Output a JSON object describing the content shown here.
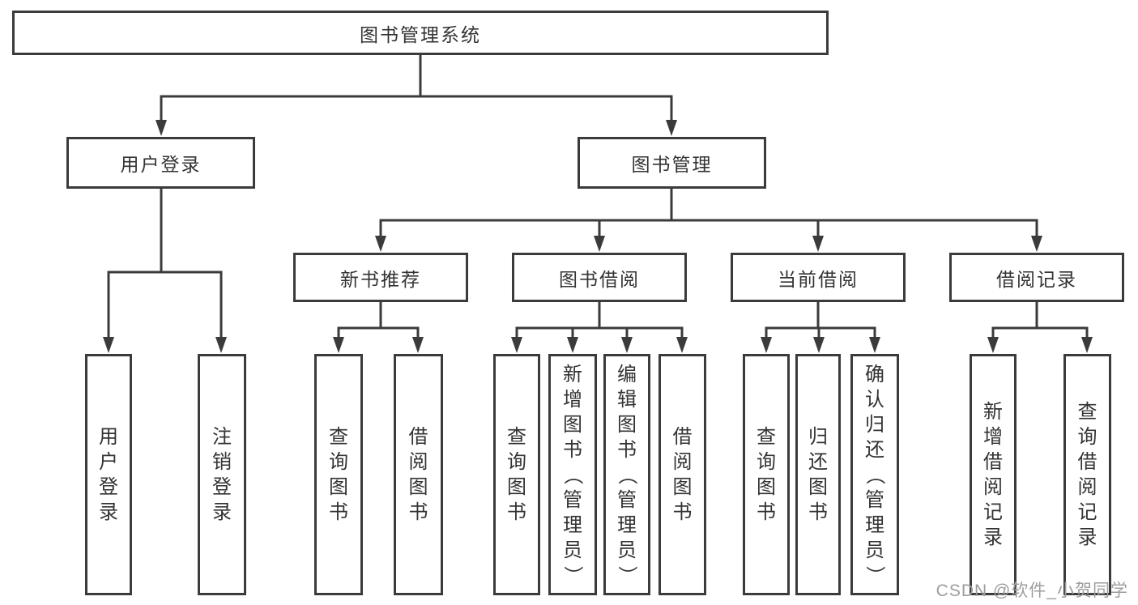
{
  "tree": {
    "root": {
      "label": "图书管理系统"
    },
    "user_login": {
      "label": "用户登录",
      "children": [
        {
          "label": "用户登录"
        },
        {
          "label": "注销登录"
        }
      ]
    },
    "book_management": {
      "label": "图书管理",
      "branches": [
        {
          "label": "新书推荐",
          "children": [
            {
              "label": "查询图书"
            },
            {
              "label": "借阅图书"
            }
          ]
        },
        {
          "label": "图书借阅",
          "children": [
            {
              "label": "查询图书"
            },
            {
              "label": "新增图书（管理员）"
            },
            {
              "label": "编辑图书（管理员）"
            },
            {
              "label": "借阅图书"
            }
          ]
        },
        {
          "label": "当前借阅",
          "children": [
            {
              "label": "查询图书"
            },
            {
              "label": "归还图书"
            },
            {
              "label": "确认归还（管理员）"
            }
          ]
        },
        {
          "label": "借阅记录",
          "children": [
            {
              "label": "新增借阅记录"
            },
            {
              "label": "查询借阅记录"
            }
          ]
        }
      ]
    }
  },
  "watermark": "CSDN @软件_小贺同学",
  "colors": {
    "line": "#3b3b3b",
    "text": "#333333",
    "watermark": "#9d9d9d",
    "background": "#ffffff"
  }
}
